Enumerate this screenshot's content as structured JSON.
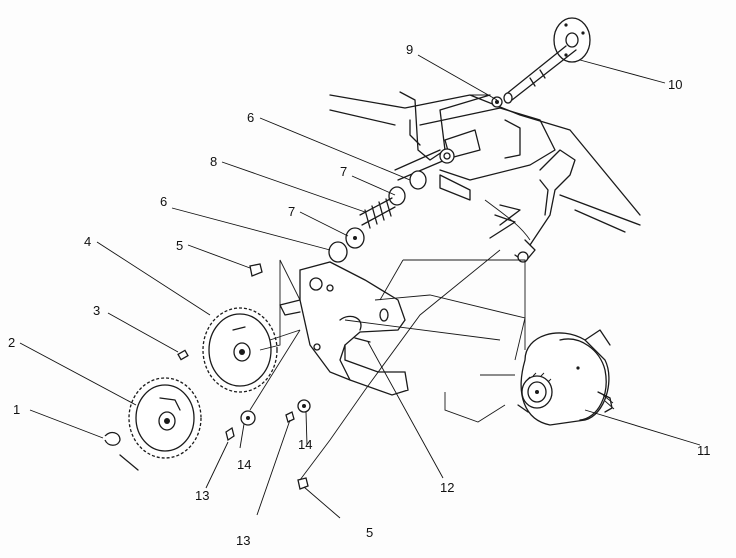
{
  "callouts": [
    {
      "id": "c1",
      "label": "1"
    },
    {
      "id": "c2",
      "label": "2"
    },
    {
      "id": "c3",
      "label": "3"
    },
    {
      "id": "c4",
      "label": "4"
    },
    {
      "id": "c5a",
      "label": "5"
    },
    {
      "id": "c5b",
      "label": "5"
    },
    {
      "id": "c6a",
      "label": "6"
    },
    {
      "id": "c6b",
      "label": "6"
    },
    {
      "id": "c7a",
      "label": "7"
    },
    {
      "id": "c7b",
      "label": "7"
    },
    {
      "id": "c8",
      "label": "8"
    },
    {
      "id": "c9",
      "label": "9"
    },
    {
      "id": "c10",
      "label": "10"
    },
    {
      "id": "c11",
      "label": "11"
    },
    {
      "id": "c12",
      "label": "12"
    },
    {
      "id": "c13a",
      "label": "13"
    },
    {
      "id": "c13b",
      "label": "13"
    },
    {
      "id": "c14a",
      "label": "14"
    },
    {
      "id": "c14b",
      "label": "14"
    }
  ]
}
